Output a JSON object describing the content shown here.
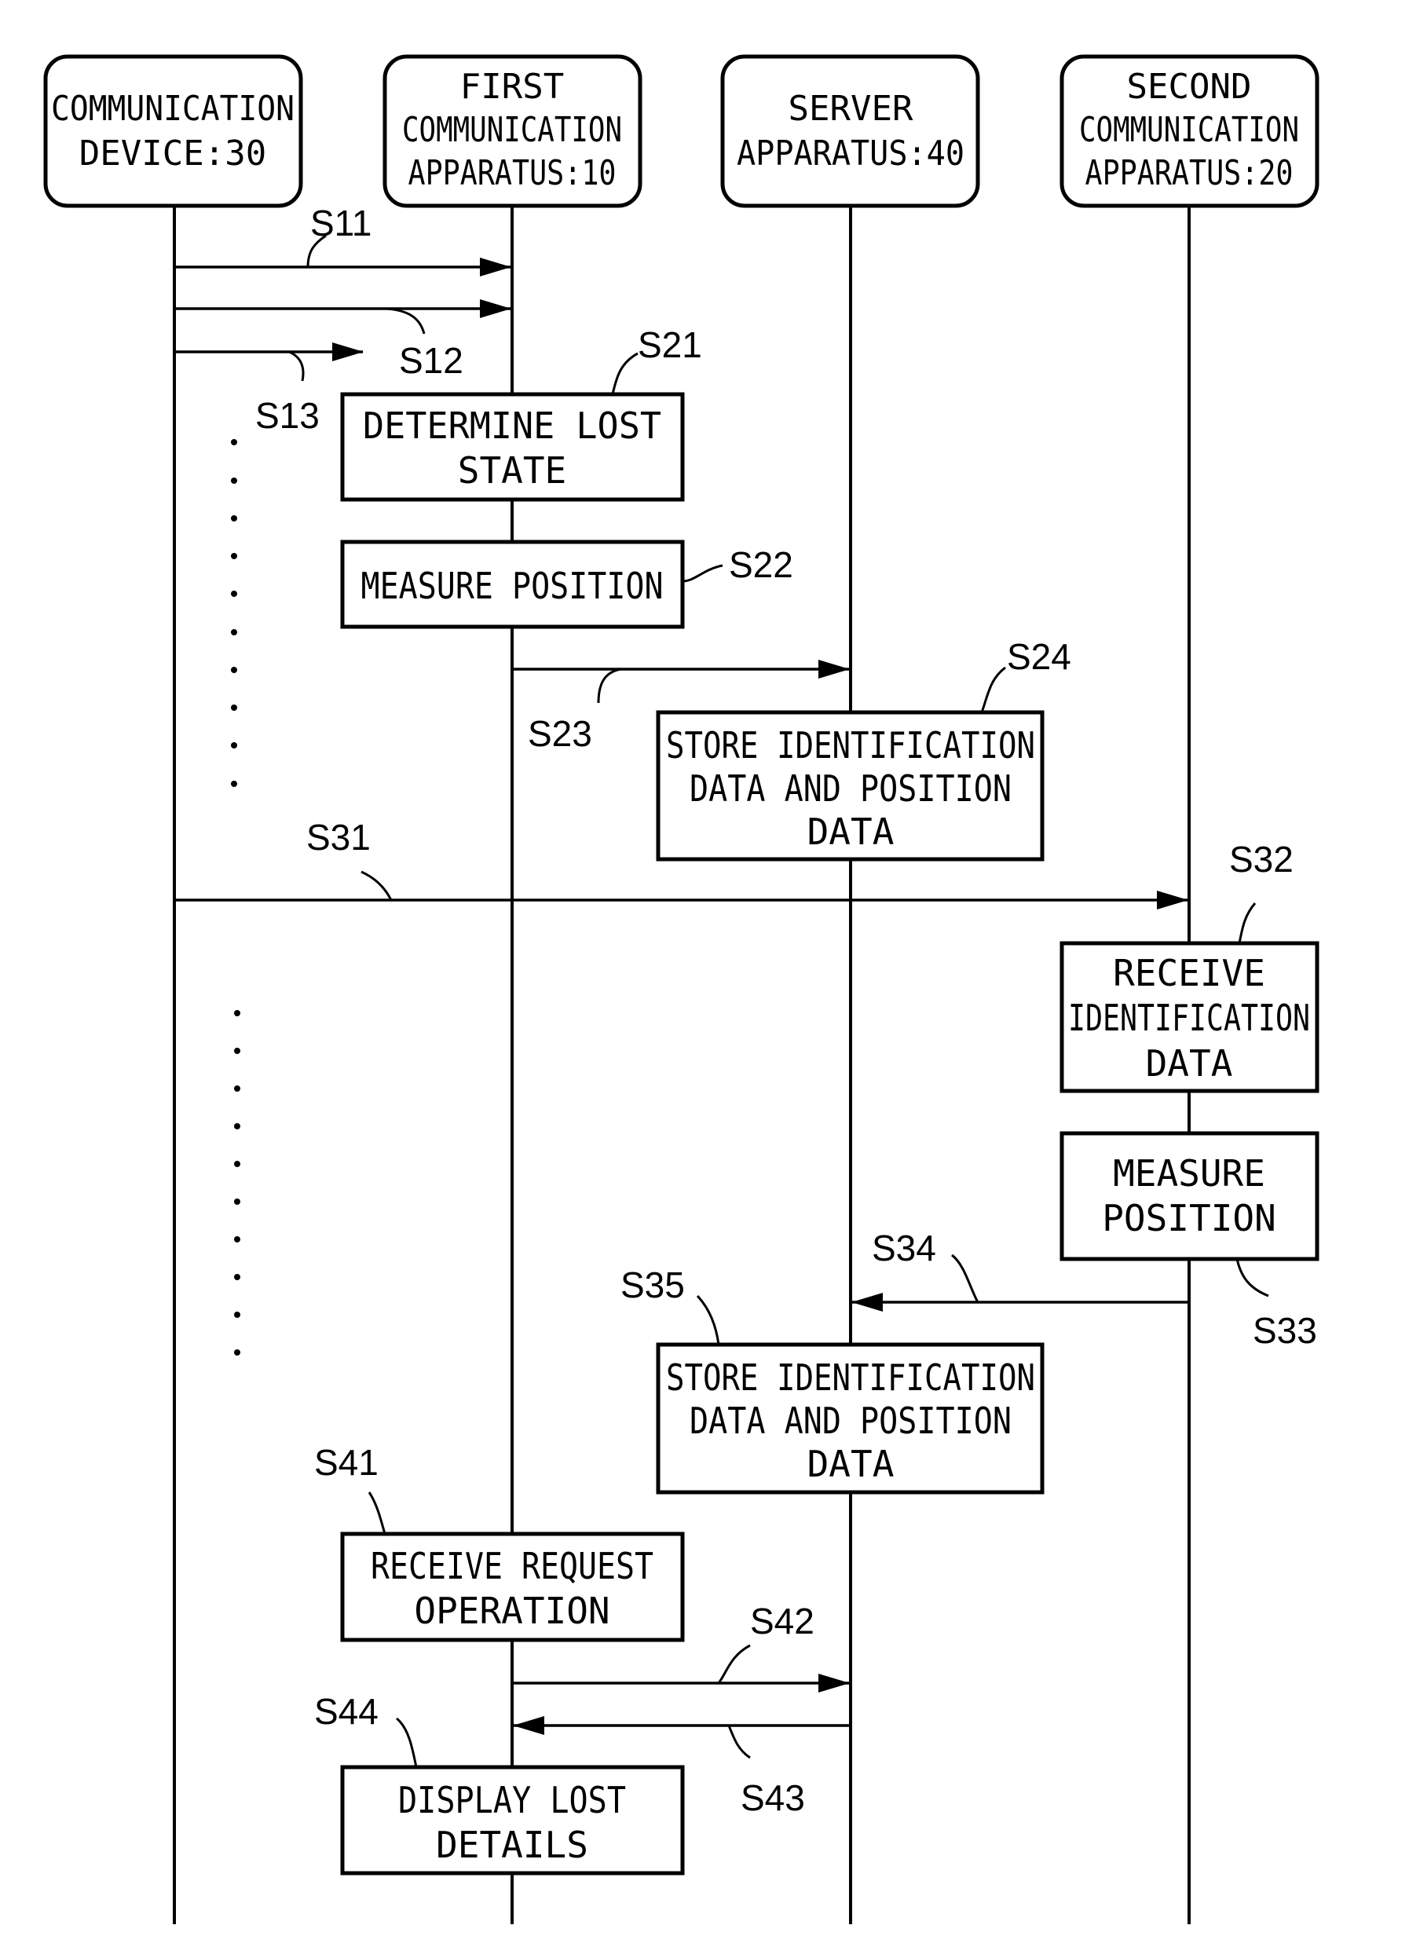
{
  "participants": [
    {
      "id": "comm30",
      "lines": [
        "COMMUNICATION",
        "DEVICE:30"
      ]
    },
    {
      "id": "first10",
      "lines": [
        "FIRST",
        "COMMUNICATION",
        "APPARATUS:10"
      ]
    },
    {
      "id": "server40",
      "lines": [
        "SERVER",
        "APPARATUS:40"
      ]
    },
    {
      "id": "second20",
      "lines": [
        "SECOND",
        "COMMUNICATION",
        "APPARATUS:20"
      ]
    }
  ],
  "messages": [
    {
      "label": "S11",
      "from": "comm30",
      "to": "first10"
    },
    {
      "label": "S12",
      "from": "comm30",
      "to": "first10"
    },
    {
      "label": "S13",
      "from": "comm30",
      "to": "first10"
    },
    {
      "label": "S23",
      "from": "first10",
      "to": "server40"
    },
    {
      "label": "S31",
      "from": "comm30",
      "to": "second20"
    },
    {
      "label": "S34",
      "from": "second20",
      "to": "server40"
    },
    {
      "label": "S42",
      "from": "first10",
      "to": "server40"
    },
    {
      "label": "S43",
      "from": "server40",
      "to": "first10"
    }
  ],
  "processes": [
    {
      "label": "S21",
      "on": "first10",
      "lines": [
        "DETERMINE LOST",
        "STATE"
      ]
    },
    {
      "label": "S22",
      "on": "first10",
      "lines": [
        "MEASURE POSITION"
      ]
    },
    {
      "label": "S24",
      "on": "server40",
      "lines": [
        "STORE IDENTIFICATION",
        "DATA AND POSITION",
        "DATA"
      ]
    },
    {
      "label": "S32",
      "on": "second20",
      "lines": [
        "RECEIVE",
        "IDENTIFICATION",
        "DATA"
      ]
    },
    {
      "label": "S33",
      "on": "second20",
      "lines": [
        "MEASURE",
        "POSITION"
      ]
    },
    {
      "label": "S35",
      "on": "server40",
      "lines": [
        "STORE IDENTIFICATION",
        "DATA AND POSITION",
        "DATA"
      ]
    },
    {
      "label": "S41",
      "on": "first10",
      "lines": [
        "RECEIVE REQUEST",
        "OPERATION"
      ]
    },
    {
      "label": "S44",
      "on": "first10",
      "lines": [
        "DISPLAY LOST",
        "DETAILS"
      ]
    }
  ]
}
